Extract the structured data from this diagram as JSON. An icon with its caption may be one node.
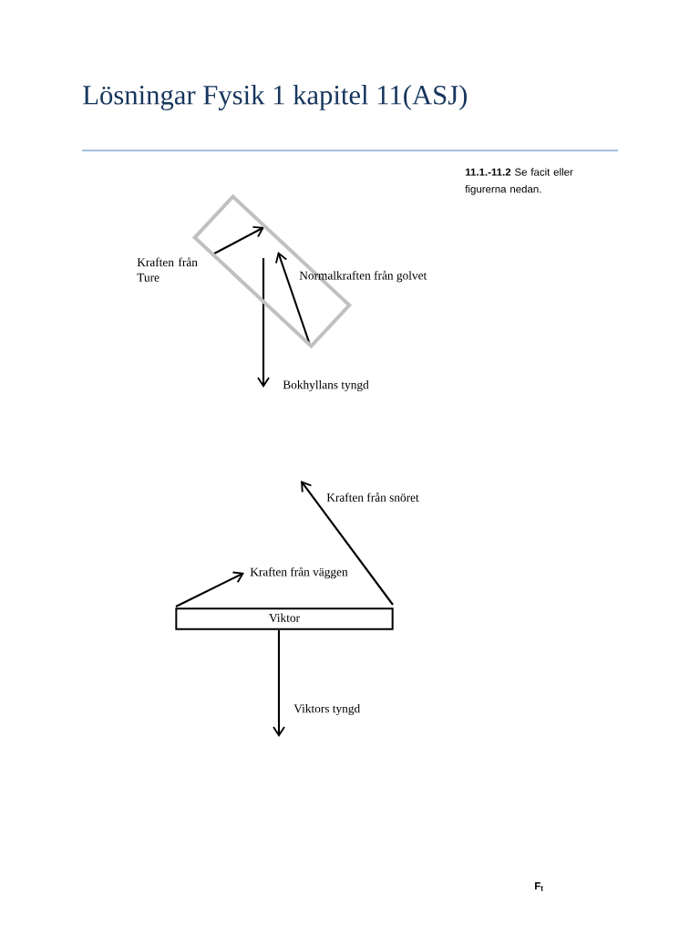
{
  "diagram": {
    "title": "Lösningar Fysik 1 kapitel 11(ASJ)",
    "nodes": [
      {
        "text": [],
        "shape": "box"
      },
      {
        "text": [
          "Viktor"
        ]
      }
    ],
    "labels": [
      "**11.1.-11.2** Se facit eller figurerna nedan.",
      "Kraften från Ture",
      "Normalkraften från golvet",
      "Bokhyllans tyngd",
      "Kraften från snöret",
      "Kraften från väggen",
      "Viktors tyngd",
      "F$_{t}$"
    ]
  }
}
